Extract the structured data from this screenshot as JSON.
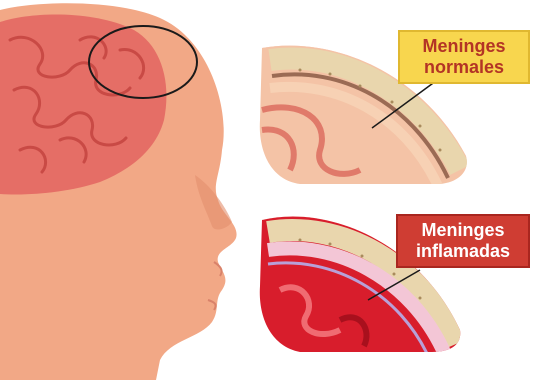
{
  "labels": {
    "normal": {
      "line1": "Meninges",
      "line2": "normales"
    },
    "inflamed": {
      "line1": "Meninges",
      "line2": "inflamadas"
    }
  },
  "colors": {
    "skin": "#f2a886",
    "skin_shadow": "#e38f6e",
    "brain": "#e56e66",
    "brain_dark": "#c94a45",
    "bone": "#e9d6ad",
    "inflamed_red": "#d81d2c",
    "meninges_pink": "#f3c6d6",
    "label_yellow": "#f8d64e",
    "label_red": "#cf3d33"
  },
  "icons": [
    "head-profile",
    "brain",
    "focus-circle",
    "normal-meninges-inset",
    "inflamed-meninges-inset"
  ]
}
